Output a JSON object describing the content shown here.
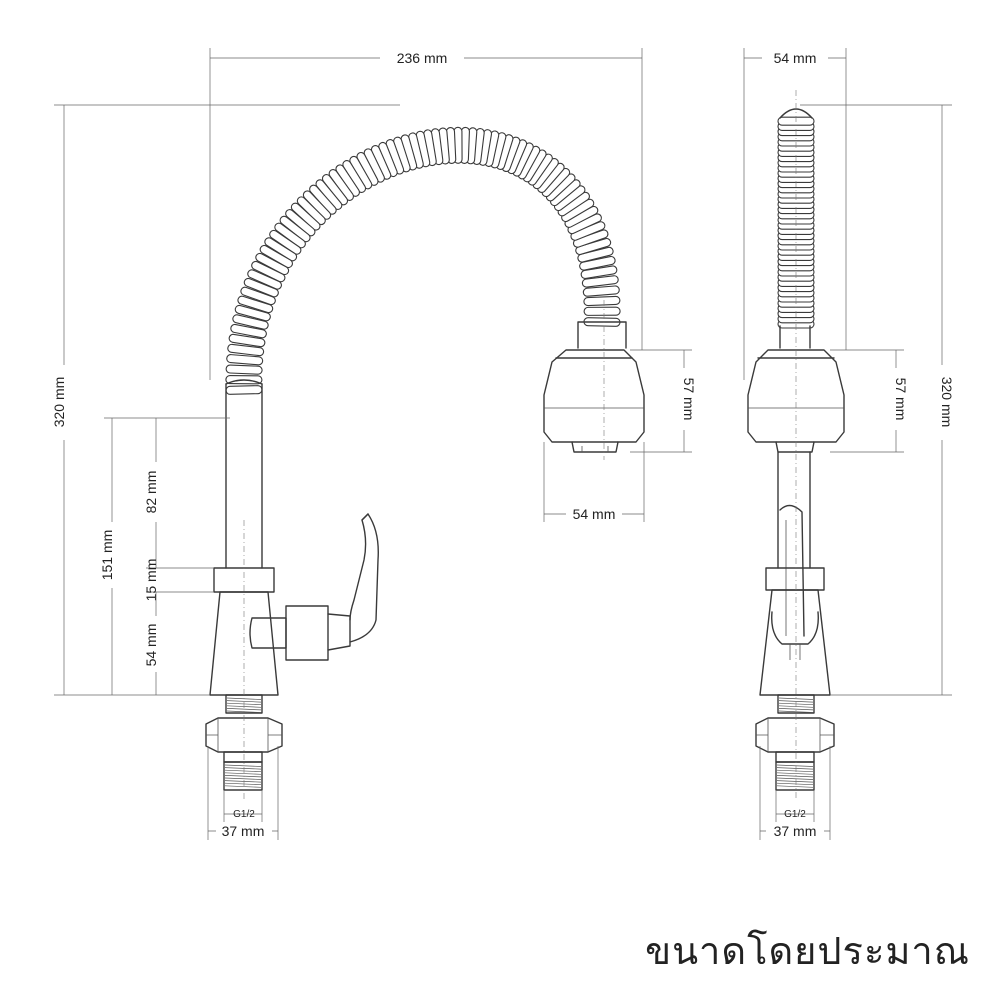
{
  "dimensions": {
    "front_width": "236 mm",
    "front_height": "320 mm",
    "front_base_to_handle": "151 mm",
    "front_upper_spout": "82 mm",
    "front_collar": "15 mm",
    "front_lower_body": "54 mm",
    "head_height": "57 mm",
    "head_width": "54 mm",
    "thread_label": "G1/2",
    "thread_width": "37 mm",
    "side_width": "54 mm",
    "side_height": "320 mm",
    "side_head_height": "57 mm",
    "side_thread_label": "G1/2",
    "side_thread_width": "37 mm"
  },
  "note": "ขนาดโดยประมาณ"
}
